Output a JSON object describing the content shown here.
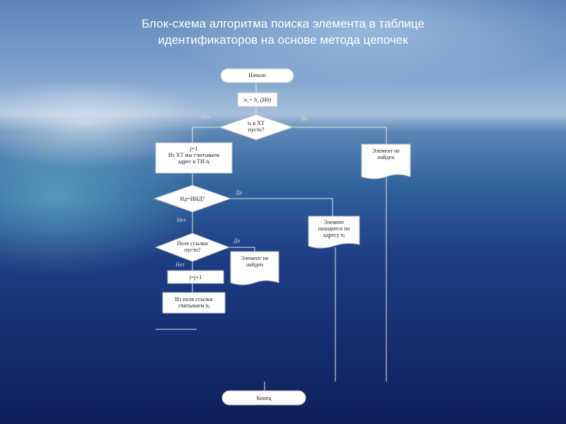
{
  "slide": {
    "title_line1": "Блок-схема алгоритма поиска элемента в таблице",
    "title_line2": "идентификаторов на основе метода цепочек"
  },
  "flowchart": {
    "start": "Начало",
    "hash": "n₁= h₁ (Ид)",
    "cond_ni": [
      "nᵢ в ХТ",
      "пусто?"
    ],
    "no_1": "Нет",
    "yes_1": "Да",
    "not_found_1": [
      "Элемент не",
      "найден"
    ],
    "read_block": [
      "j=1",
      "Из ХТ мы считываем",
      "адрес в ТИ nⱼ"
    ],
    "cond_id": "Ид=ИИД?",
    "yes_2": "Да",
    "no_2": "Нет",
    "found": [
      "Элемент",
      "находится по",
      "адресу nⱼ"
    ],
    "cond_link": [
      "Поле ссылки",
      "пусто?"
    ],
    "yes_3": "Да",
    "no_3": "Нет",
    "not_found_2": [
      "Элемент не",
      "найден"
    ],
    "increment": "j=j+1",
    "read_link": [
      "Из поля ссылки",
      "считываем nⱼ"
    ],
    "end": "Конец"
  }
}
